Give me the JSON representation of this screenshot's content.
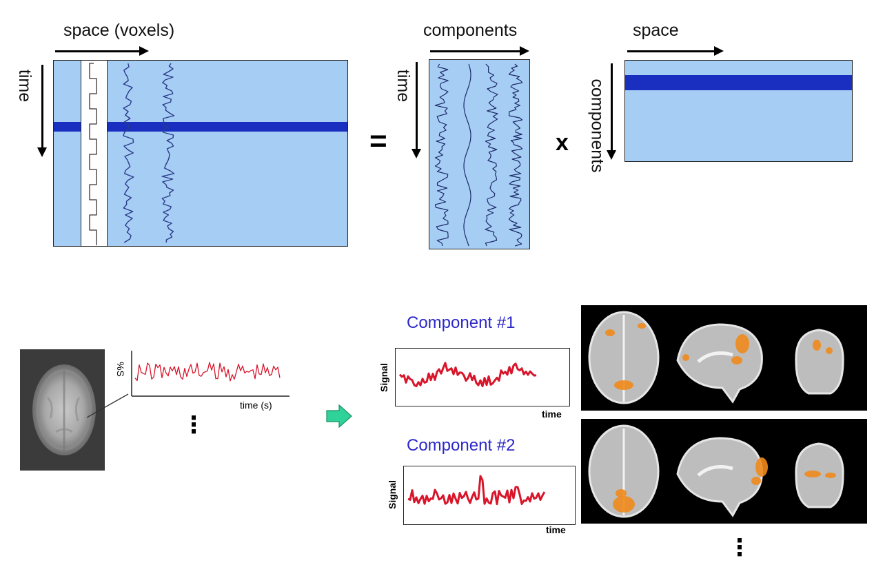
{
  "matrix_top": {
    "left_matrix": {
      "x_axis_label": "space (voxels)",
      "y_axis_label": "time"
    },
    "equals_symbol": "=",
    "middle_matrix": {
      "x_axis_label": "components",
      "y_axis_label": "time"
    },
    "times_symbol": "x",
    "right_matrix": {
      "x_axis_label": "space",
      "y_axis_label": "components"
    }
  },
  "voxel_plot": {
    "y_label": "%S",
    "x_label": "time (s)",
    "more": "⋮"
  },
  "components": [
    {
      "title": "Component #1",
      "y_label": "Signal",
      "x_label": "time"
    },
    {
      "title": "Component #2",
      "y_label": "Signal",
      "x_label": "time"
    }
  ],
  "components_more": "⋮",
  "colors": {
    "matrix_fill": "#a6cdf4",
    "highlight_band": "#1a2fbf",
    "component_title": "#2b27c9",
    "signal_trace": "#d8152a",
    "arrow_green": "#2fd39a",
    "activation": "#f08a1c"
  }
}
